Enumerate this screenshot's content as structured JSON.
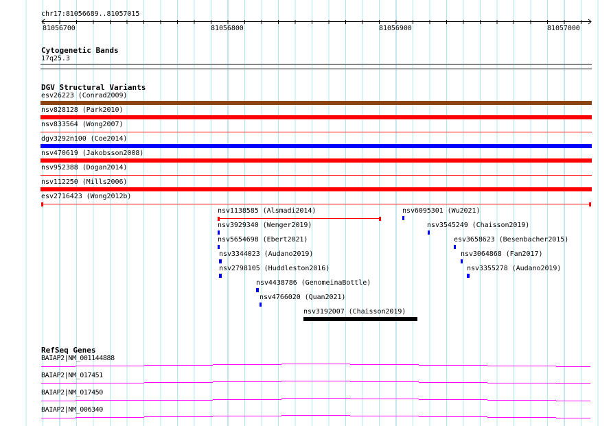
{
  "ruler": {
    "location": "chr17:81056689..81057015",
    "tick_labels": [
      "81056700",
      "81056800",
      "81056900",
      "81057000"
    ]
  },
  "cytoband_track": {
    "title": "Cytogenetic Bands",
    "band": "17q25.3"
  },
  "dgv_track": {
    "title": "DGV Structural Variants",
    "full_rows": [
      {
        "label": "esv26223 (Conrad2009)",
        "color": "#8b4513",
        "style": "thick"
      },
      {
        "label": "nsv828128 (Park2010)",
        "color": "#ff0000",
        "style": "thick"
      },
      {
        "label": "nsv833564 (Wong2007)",
        "color": "#ff0000",
        "style": "thin"
      },
      {
        "label": "dgv3292n100 (Coe2014)",
        "color": "#0000ff",
        "style": "thick"
      },
      {
        "label": "nsv470619 (Jakobsson2008)",
        "color": "#ff0000",
        "style": "thick"
      },
      {
        "label": "nsv952388 (Dogan2014)",
        "color": "#ff0000",
        "style": "thin"
      },
      {
        "label": "nsv112250 (Mills2006)",
        "color": "#ff0000",
        "style": "thick"
      },
      {
        "label": "esv2716423 (Wong2012b)",
        "color": "#ff0000",
        "style": "capped"
      }
    ],
    "features": [
      {
        "label": "nsv1138585 (Alsmadi2014)",
        "color": "#ff0000",
        "style": "capped"
      },
      {
        "label": "nsv6095301 (Wu2021)",
        "color": "#0000ff",
        "style": "block"
      },
      {
        "label": "nsv3929340 (Wenger2019)",
        "color": "#0000ff",
        "style": "block"
      },
      {
        "label": "nsv3545249 (Chaisson2019)",
        "color": "#0000ff",
        "style": "block"
      },
      {
        "label": "nsv5654698 (Ebert2021)",
        "color": "#0000ff",
        "style": "block"
      },
      {
        "label": "esv3658623 (Besenbacher2015)",
        "color": "#0000ff",
        "style": "block"
      },
      {
        "label": "nsv3344023 (Audano2019)",
        "color": "#0000ff",
        "style": "block"
      },
      {
        "label": "nsv3064868 (Fan2017)",
        "color": "#0000ff",
        "style": "block"
      },
      {
        "label": "nsv2798105 (Huddleston2016)",
        "color": "#0000ff",
        "style": "block"
      },
      {
        "label": "nsv3355278 (Audano2019)",
        "color": "#0000ff",
        "style": "block"
      },
      {
        "label": "nsv4438786 (GenomeinaBottle)",
        "color": "#0000ff",
        "style": "block"
      },
      {
        "label": "nsv4766020 (Quan2021)",
        "color": "#0000ff",
        "style": "block"
      },
      {
        "label": "nsv3192007 (Chaisson2019)",
        "color": "#000000",
        "style": "thickblock"
      }
    ]
  },
  "refseq_track": {
    "title": "RefSeq Genes",
    "color": "#ff00ff",
    "genes": [
      {
        "label": "BAIAP2|NM_001144888"
      },
      {
        "label": "BAIAP2|NM_017451"
      },
      {
        "label": "BAIAP2|NM_017450"
      },
      {
        "label": "BAIAP2|NM_006340"
      }
    ]
  },
  "colors": {
    "grid_minor": "#b0e8ee",
    "grid_major": "#8ccbe6"
  }
}
